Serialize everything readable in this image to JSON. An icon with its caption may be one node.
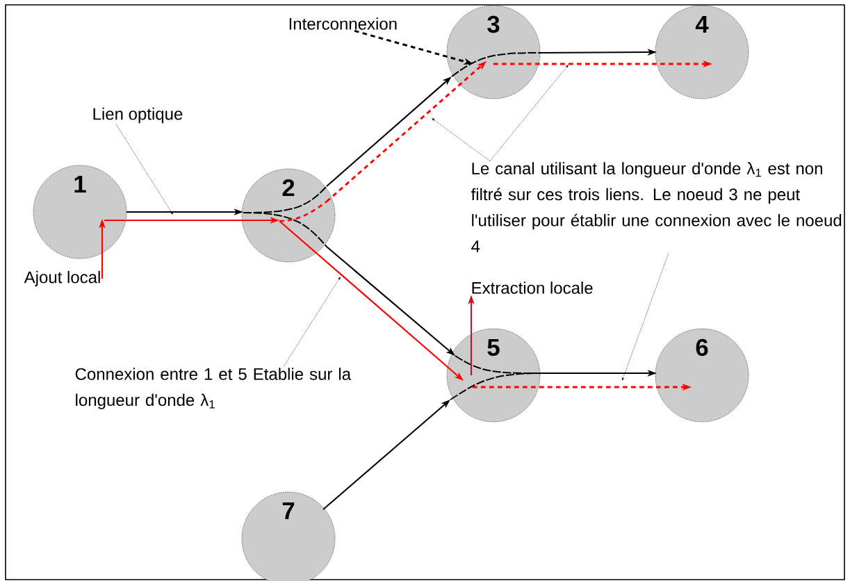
{
  "diagram": {
    "nodes": [
      {
        "text": [
          "1"
        ]
      },
      {
        "text": [
          "2"
        ]
      },
      {
        "text": [
          "3"
        ]
      },
      {
        "text": [
          "4"
        ]
      },
      {
        "text": [
          "5"
        ]
      },
      {
        "text": [
          "6"
        ]
      },
      {
        "text": [
          "7"
        ]
      },
      {
        "text": [
          "Interconnexion"
        ]
      },
      {
        "text": [
          "Lien optique"
        ]
      },
      {
        "text": [
          "Le canal utilisant la longueur d'onde λ$_{1}$ est non filtré sur ces trois liens. Le noeud 3 ne peut l'utiliser pour établir une connexion avec le noeud 4"
        ]
      },
      {
        "text": [
          "Ajout local"
        ]
      },
      {
        "text": [
          "Extraction locale"
        ]
      },
      {
        "text": [
          "Connexion entre 1 et 5 Etablie sur la longueur d'onde λ$_{1}$"
        ]
      }
    ],
    "edges": [
      {
        "from": 0,
        "to": 1,
        "arrow": "to"
      },
      {
        "from": 0,
        "to": 1,
        "arrow": "to",
        "color": "#ff0000"
      },
      {
        "from": 1,
        "to": 2,
        "arrow": "to"
      },
      {
        "from": 1,
        "to": 2,
        "arrow": "to",
        "style": "dashed",
        "color": "#ff0000"
      },
      {
        "from": 2,
        "to": 3,
        "arrow": "to"
      },
      {
        "from": 2,
        "to": 3,
        "arrow": "to",
        "style": "dashed",
        "color": "#ff0000"
      },
      {
        "from": 1,
        "to": 4,
        "arrow": "to"
      },
      {
        "from": 1,
        "to": 4,
        "arrow": "to",
        "color": "#ff0000"
      },
      {
        "from": 4,
        "to": 5,
        "arrow": "to"
      },
      {
        "from": 4,
        "to": 5,
        "arrow": "to",
        "style": "dashed",
        "color": "#ff0000"
      },
      {
        "from": 6,
        "to": 4,
        "arrow": "to"
      },
      {
        "from": 10,
        "to": 0,
        "arrow": "to",
        "color": "#ff0000"
      },
      {
        "from": 4,
        "to": 11,
        "arrow": "to",
        "color": "#c41230"
      },
      {
        "from": 8,
        "to": null,
        "arrow": "to",
        "style": "dashed"
      },
      {
        "from": 7,
        "to": 2,
        "arrow": "to",
        "style": "dashed"
      },
      {
        "from": 9,
        "to": null,
        "arrow": "to",
        "style": "dashed"
      },
      {
        "from": 9,
        "to": null,
        "arrow": "to",
        "style": "dashed"
      },
      {
        "from": 9,
        "to": null,
        "arrow": "to",
        "style": "dashed"
      },
      {
        "from": 12,
        "to": null,
        "arrow": "to",
        "style": "dashed"
      }
    ]
  }
}
